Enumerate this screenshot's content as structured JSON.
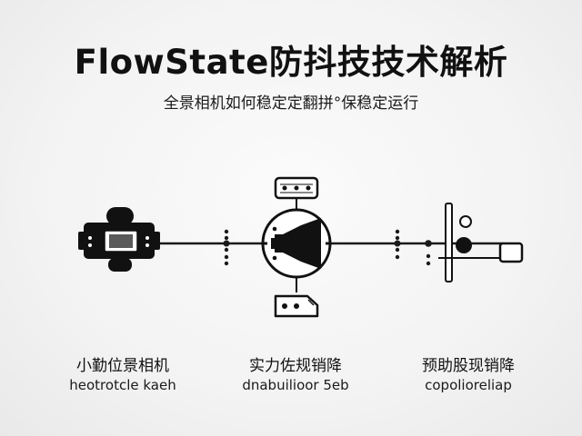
{
  "title": "FlowState防抖技技术解析",
  "subtitle": "全景相机如何稳定定翻拼°保稳定运行",
  "stages": [
    {
      "label": "小勤位景相机",
      "sublabel": "heotrotcle kaeh"
    },
    {
      "label": "实力佐规销降",
      "sublabel": "dnabuilioor 5eb"
    },
    {
      "label": "预助股现销降",
      "sublabel": "copolioreliap"
    }
  ],
  "icons": {
    "camera": "camera-icon",
    "stabilizer": "gimbal-megaphone-icon",
    "output": "stabilized-output-icon",
    "top_panel": "control-panel-icon",
    "bottom_panel": "sensor-module-icon"
  },
  "colors": {
    "line": "#1a1a1a",
    "fill": "#111111",
    "screen": "#5a5a5a",
    "background": "#f5f5f5"
  }
}
